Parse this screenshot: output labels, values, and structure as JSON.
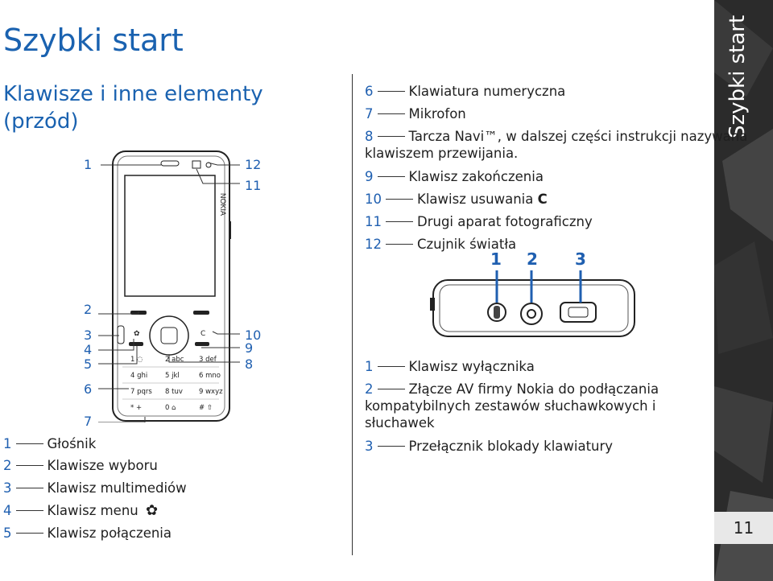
{
  "page_title": "Szybki start",
  "section_title": "Klawisze i inne elementy (przód)",
  "side_tab": "Szybki start",
  "page_number": "11",
  "front_callouts": [
    "1",
    "12",
    "11",
    "2",
    "3",
    "4",
    "5",
    "10",
    "9",
    "8",
    "6",
    "7"
  ],
  "front_items": [
    {
      "n": "1",
      "label": "Głośnik"
    },
    {
      "n": "2",
      "label": "Klawisze wyboru"
    },
    {
      "n": "3",
      "label": "Klawisz multimediów"
    },
    {
      "n": "4",
      "label": "Klawisz menu"
    },
    {
      "n": "5",
      "label": "Klawisz połączenia"
    }
  ],
  "right_items": [
    {
      "n": "6",
      "label": "Klawiatura numeryczna"
    },
    {
      "n": "7",
      "label": "Mikrofon"
    },
    {
      "n": "8",
      "label": "Tarcza Navi™, w dalszej części instrukcji nazywana",
      "label2": "klawiszem przewijania."
    },
    {
      "n": "9",
      "label": "Klawisz zakończenia"
    },
    {
      "n": "10",
      "label": "Klawisz usuwania",
      "key": "C"
    },
    {
      "n": "11",
      "label": "Drugi aparat fotograficzny"
    },
    {
      "n": "12",
      "label": "Czujnik światła"
    }
  ],
  "top_callouts": [
    "1",
    "2",
    "3"
  ],
  "top_items": [
    {
      "n": "1",
      "label": "Klawisz wyłącznika"
    },
    {
      "n": "2",
      "label": "Złącze AV firmy Nokia do podłączania",
      "label2": "kompatybilnych zestawów słuchawkowych i",
      "label3": "słuchawek"
    },
    {
      "n": "3",
      "label": "Przełącznik blokady klawiatury"
    }
  ],
  "phone": {
    "brand": "NOKIA",
    "keys": [
      [
        "1 ◌",
        "2 abc",
        "3 def"
      ],
      [
        "4 ghi",
        "5 jkl",
        "6 mno"
      ],
      [
        "7 pqrs",
        "8 tuv",
        "9 wxyz"
      ],
      [
        "* +",
        "0 ⌂",
        "# ⇧"
      ]
    ]
  },
  "colors": {
    "accent": "#1a62b0",
    "tab_bg": "#2a2a2a"
  }
}
